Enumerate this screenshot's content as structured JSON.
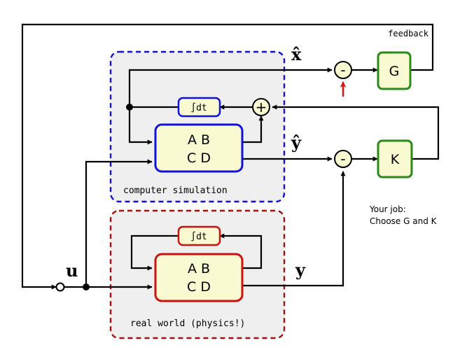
{
  "labels": {
    "feedback": "feedback",
    "x_hat": "x̂",
    "y_hat": "ŷ",
    "y": "y",
    "u": "u",
    "computer_simulation": "computer simulation",
    "real_world": "real world (physics!)",
    "your_job_line1": "Your job:",
    "your_job_line2": "Choose G and K"
  },
  "blocks": {
    "sim_matrix": {
      "row1": "A B",
      "row2": "C D"
    },
    "real_matrix": {
      "row1": "A B",
      "row2": "C D"
    },
    "sim_integrator": "∫dt",
    "real_integrator": "∫dt",
    "gain_g": "G",
    "gain_k": "K"
  },
  "operators": {
    "minus_top": "-",
    "minus_bottom": "-",
    "plus": "+"
  },
  "colors": {
    "simulation_border": "#1010e0",
    "real_border": "#a01010",
    "gain_border": "#2a8a1a",
    "block_fill": "#fafad2",
    "region_fill": "#efefef",
    "red_arrow": "#dd1111"
  }
}
